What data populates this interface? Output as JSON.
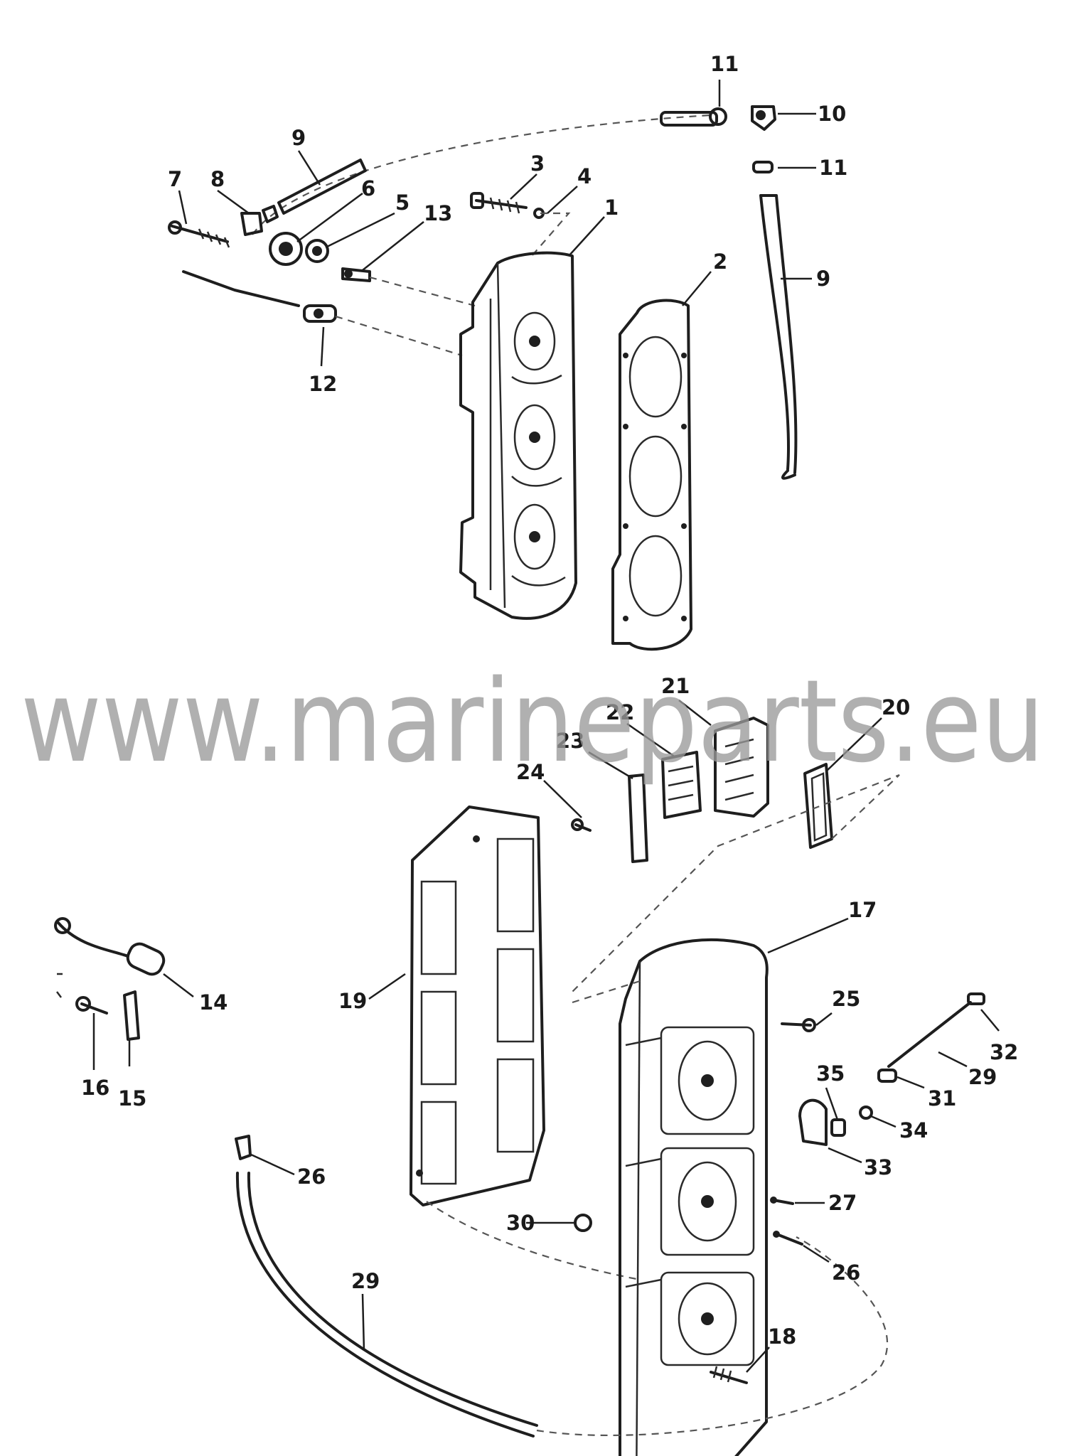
{
  "watermark": "www.marineparts.eu",
  "callouts": {
    "c1": "1",
    "c2": "2",
    "c3": "3",
    "c4": "4",
    "c5": "5",
    "c6": "6",
    "c7": "7",
    "c8": "8",
    "c9a": "9",
    "c9b": "9",
    "c10": "10",
    "c11a": "11",
    "c11b": "11",
    "c12": "12",
    "c13": "13",
    "c14": "14",
    "c15": "15",
    "c16": "16",
    "c17": "17",
    "c18": "18",
    "c19": "19",
    "c20": "20",
    "c21": "21",
    "c22": "22",
    "c23": "23",
    "c24": "24",
    "c25": "25",
    "c26a": "26",
    "c26b": "26",
    "c27": "27",
    "c29a": "29",
    "c29b": "29",
    "c30": "30",
    "c31": "31",
    "c32": "32",
    "c33": "33",
    "c34": "34",
    "c35": "35"
  }
}
